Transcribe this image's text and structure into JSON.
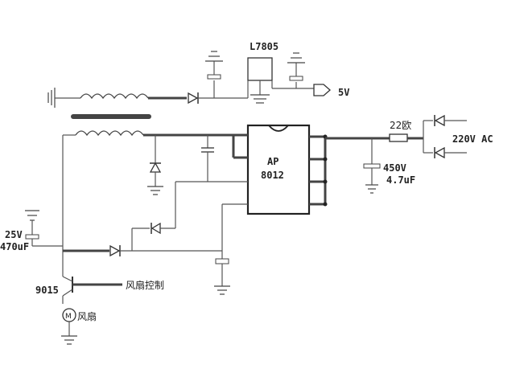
{
  "labels": {
    "regulator": "L7805",
    "output_5v": "5V",
    "resistor": "22欧",
    "ac_input": "220V AC",
    "cap_hv_voltage": "450V",
    "cap_hv_value": "4.7uF",
    "ic_line1": "AP",
    "ic_line2": "8012",
    "cap_lv_voltage": "25V",
    "cap_lv_value": "470uF",
    "transistor": "9015",
    "fan_control": "风扇控制",
    "motor_symbol": "M",
    "fan": "风扇"
  }
}
